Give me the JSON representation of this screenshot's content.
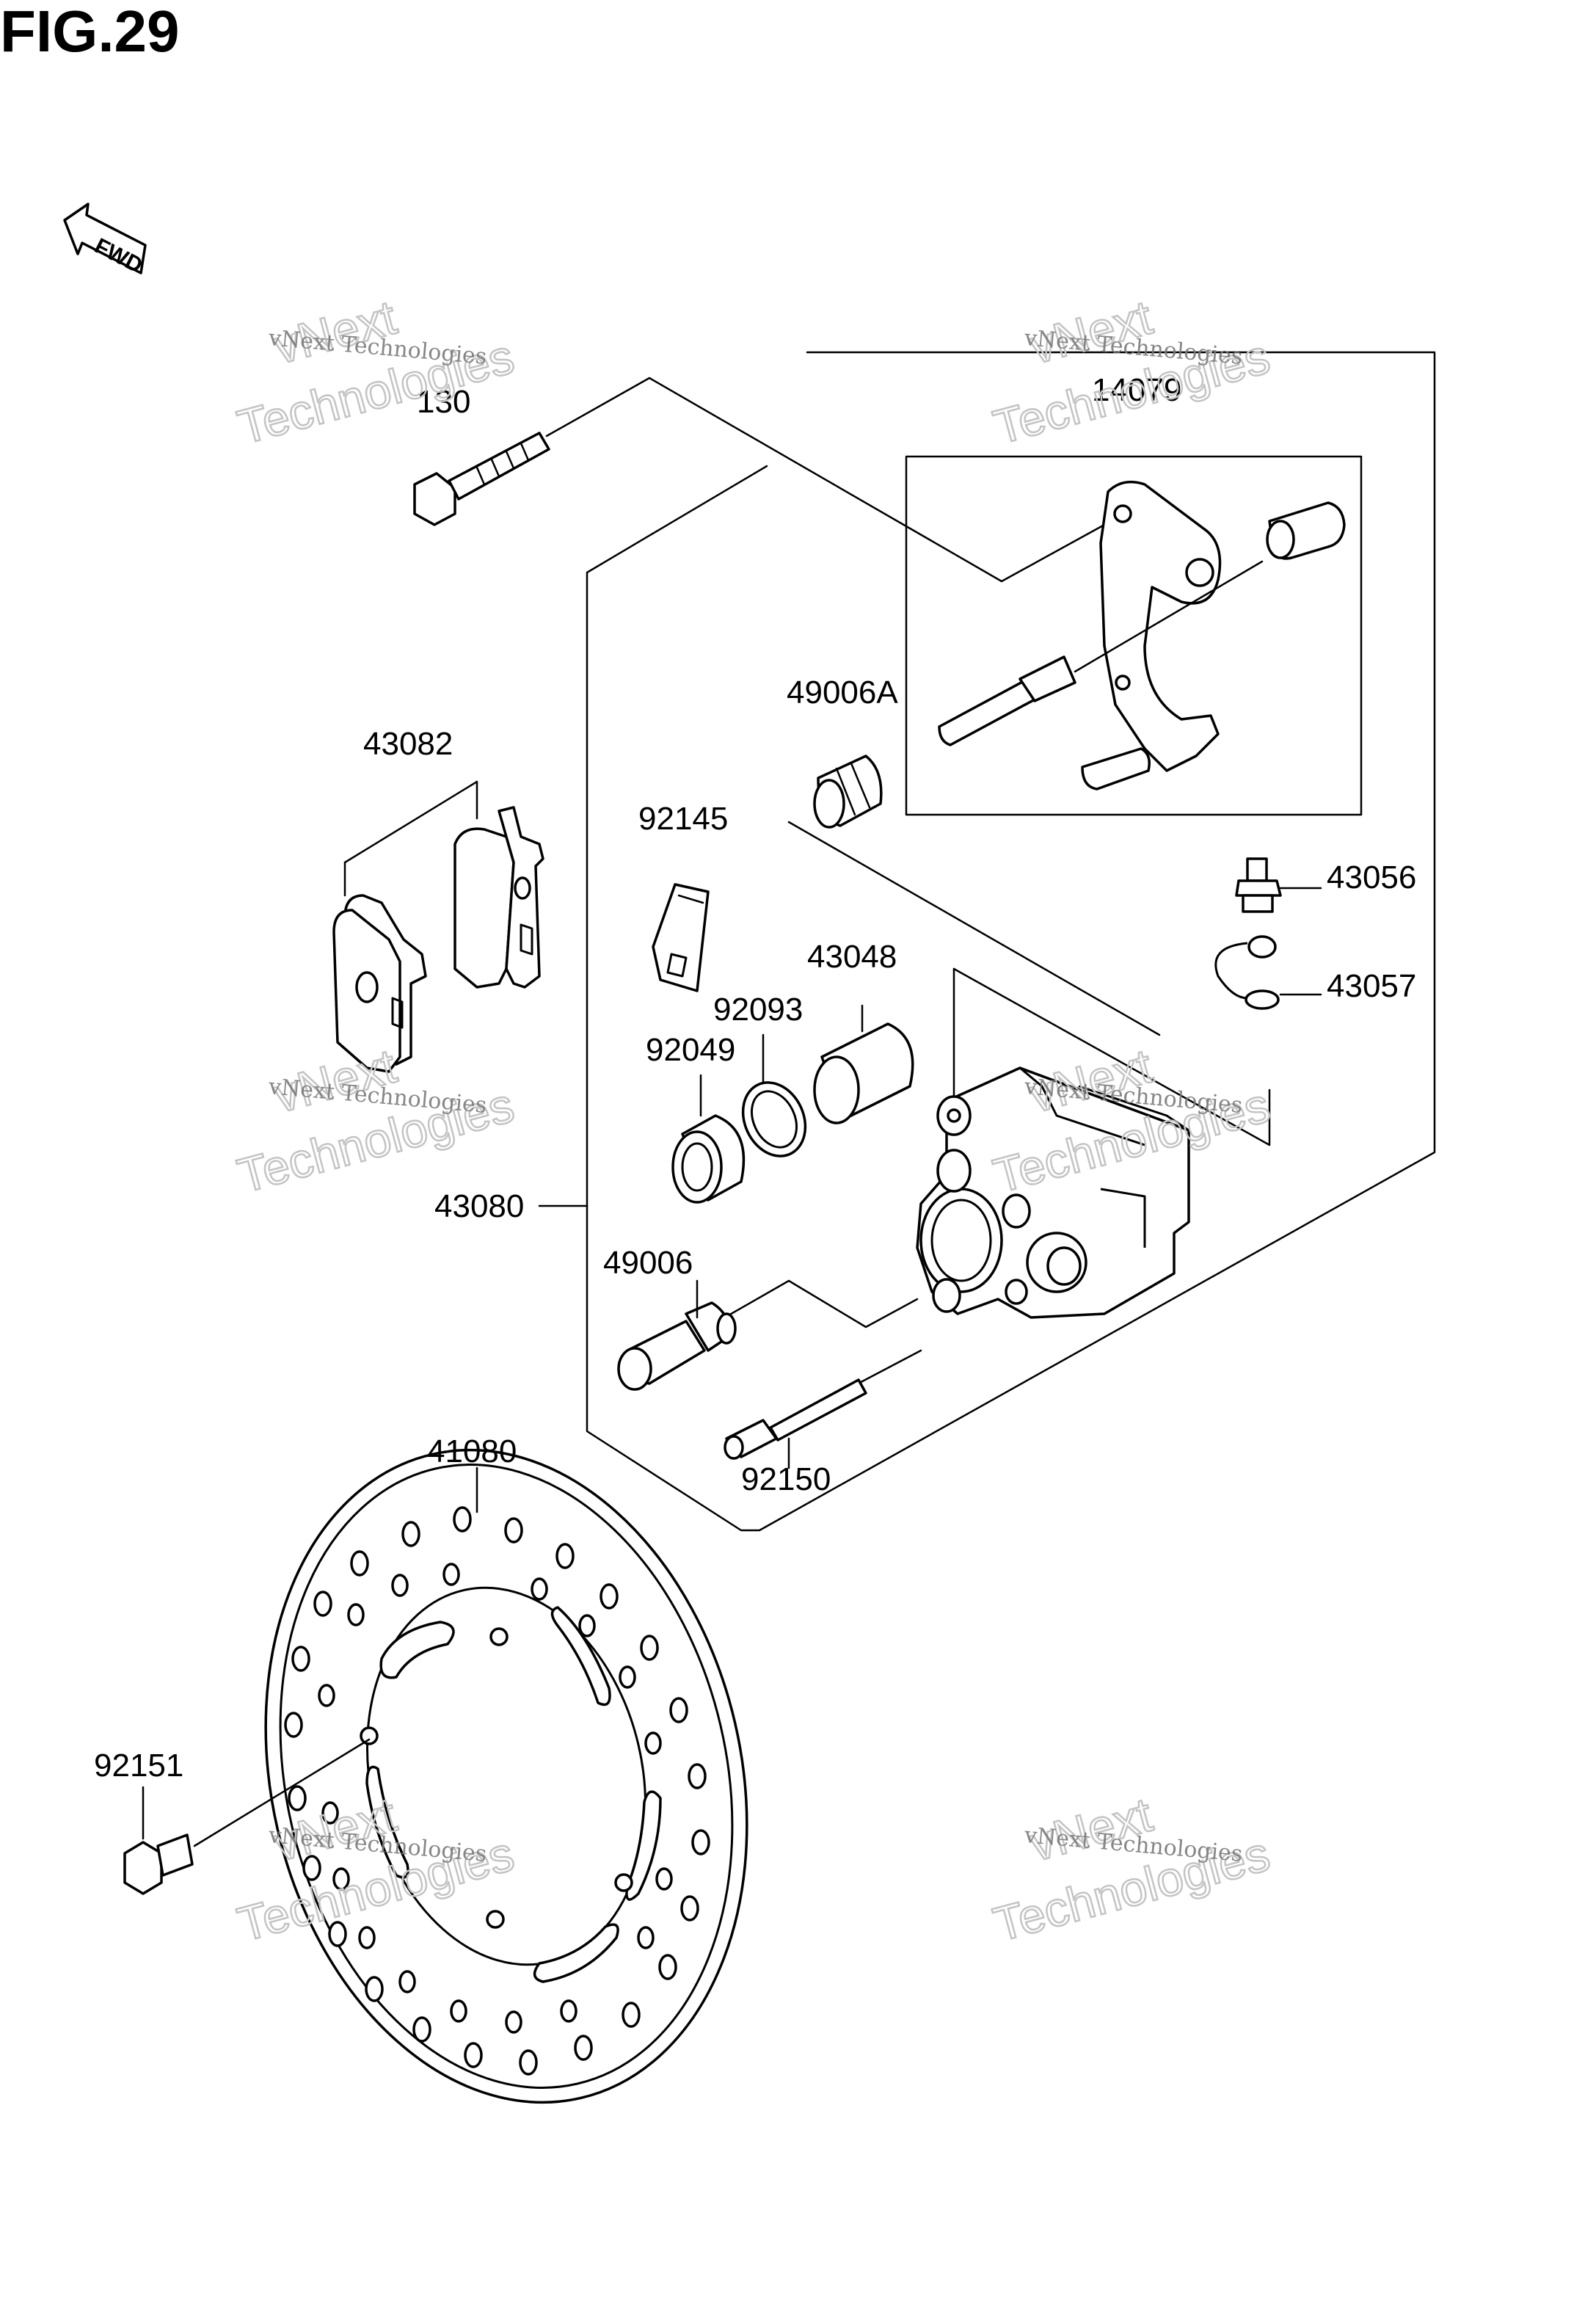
{
  "figure": {
    "title": "FIG.29"
  },
  "direction_indicator": {
    "text": "FWD"
  },
  "watermark": {
    "line1": "vNext Technologies",
    "line2": "vNext",
    "line3": "Technologies"
  },
  "parts": {
    "p130": "130",
    "p14079": "14079",
    "p49006A": "49006A",
    "p43082": "43082",
    "p92145": "92145",
    "p43056": "43056",
    "p43057": "43057",
    "p43048": "43048",
    "p92093": "92093",
    "p92049": "92049",
    "p43080": "43080",
    "p49006": "49006",
    "p92150": "92150",
    "p41080": "41080",
    "p92151": "92151"
  }
}
